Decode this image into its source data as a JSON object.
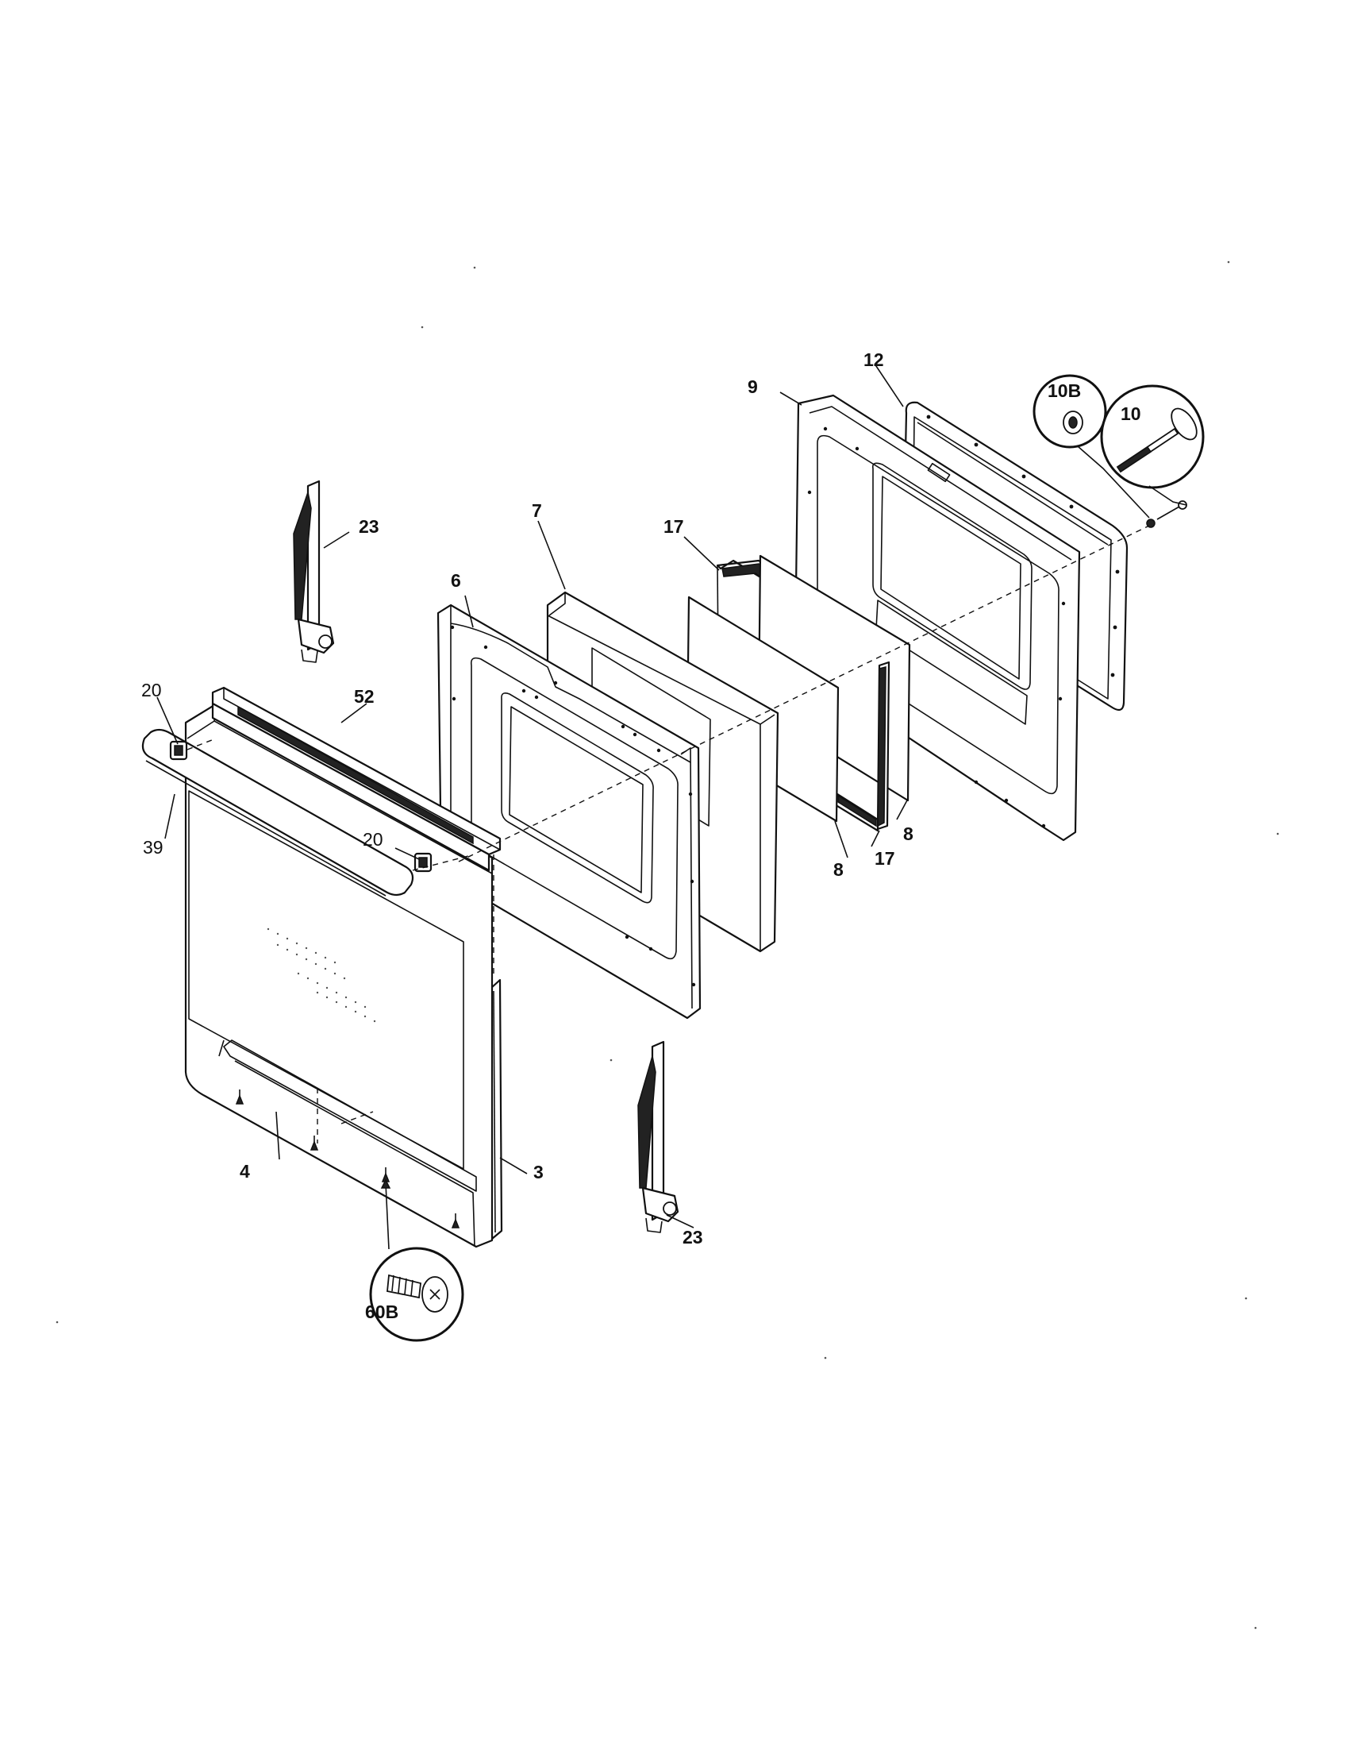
{
  "part_labels": {
    "p3": "3",
    "p4": "4",
    "p6": "6",
    "p7": "7",
    "p8_left": "8",
    "p8_right": "8",
    "p9": "9",
    "p10": "10",
    "p10b": "10B",
    "p12": "12",
    "p17_top": "17",
    "p17_bottom": "17",
    "p20_left": "20",
    "p20_right": "20",
    "p23_top": "23",
    "p23_bottom": "23",
    "p39": "39",
    "p52": "52",
    "p60b": "60B"
  },
  "colors": {
    "line": "#111111",
    "background": "#ffffff"
  }
}
